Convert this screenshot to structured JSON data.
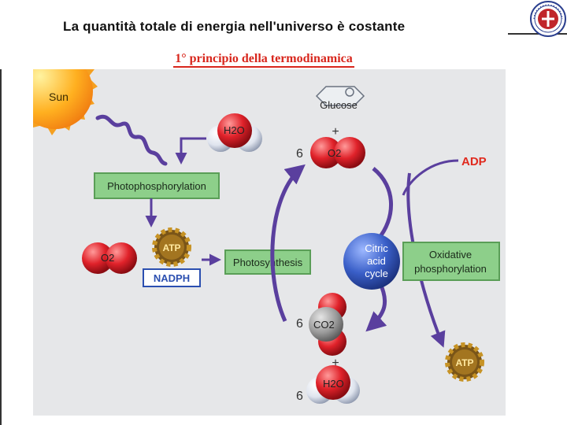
{
  "header": {
    "title": "La quantità totale di energia nell'universo è costante",
    "subtitle": "1° principio della termodinamica"
  },
  "diagram": {
    "sun_label": "Sun",
    "glucose_label": "Glucose",
    "plus_1": "+",
    "plus_2": "+",
    "coef_o2": "6",
    "coef_co2": "6",
    "coef_h2o_bottom": "6",
    "adp_label": "ADP",
    "photophosphorylation_label": "Photophosphorylation",
    "photosynthesis_label": "Photosynthesis",
    "oxidative_line1": "Oxidative",
    "oxidative_line2": "phosphorylation",
    "citric_line1": "Citric",
    "citric_line2": "acid",
    "citric_line3": "cycle",
    "atp_left": "ATP",
    "atp_right": "ATP",
    "nadph_label": "NADPH",
    "h2o_top": "H2O",
    "o2_top": "O2",
    "o2_left": "O2",
    "co2": "CO2",
    "h2o_bottom": "H2O"
  },
  "colors": {
    "box_green": "#8dcf8a",
    "box_border": "#5a9e57",
    "arrow_purple": "#5a3f9e",
    "adp_red": "#e02a1e",
    "nadph_blue": "#2b4fb0",
    "atp_gold": "#c79325",
    "citric_blue": "#3a5fc8"
  }
}
